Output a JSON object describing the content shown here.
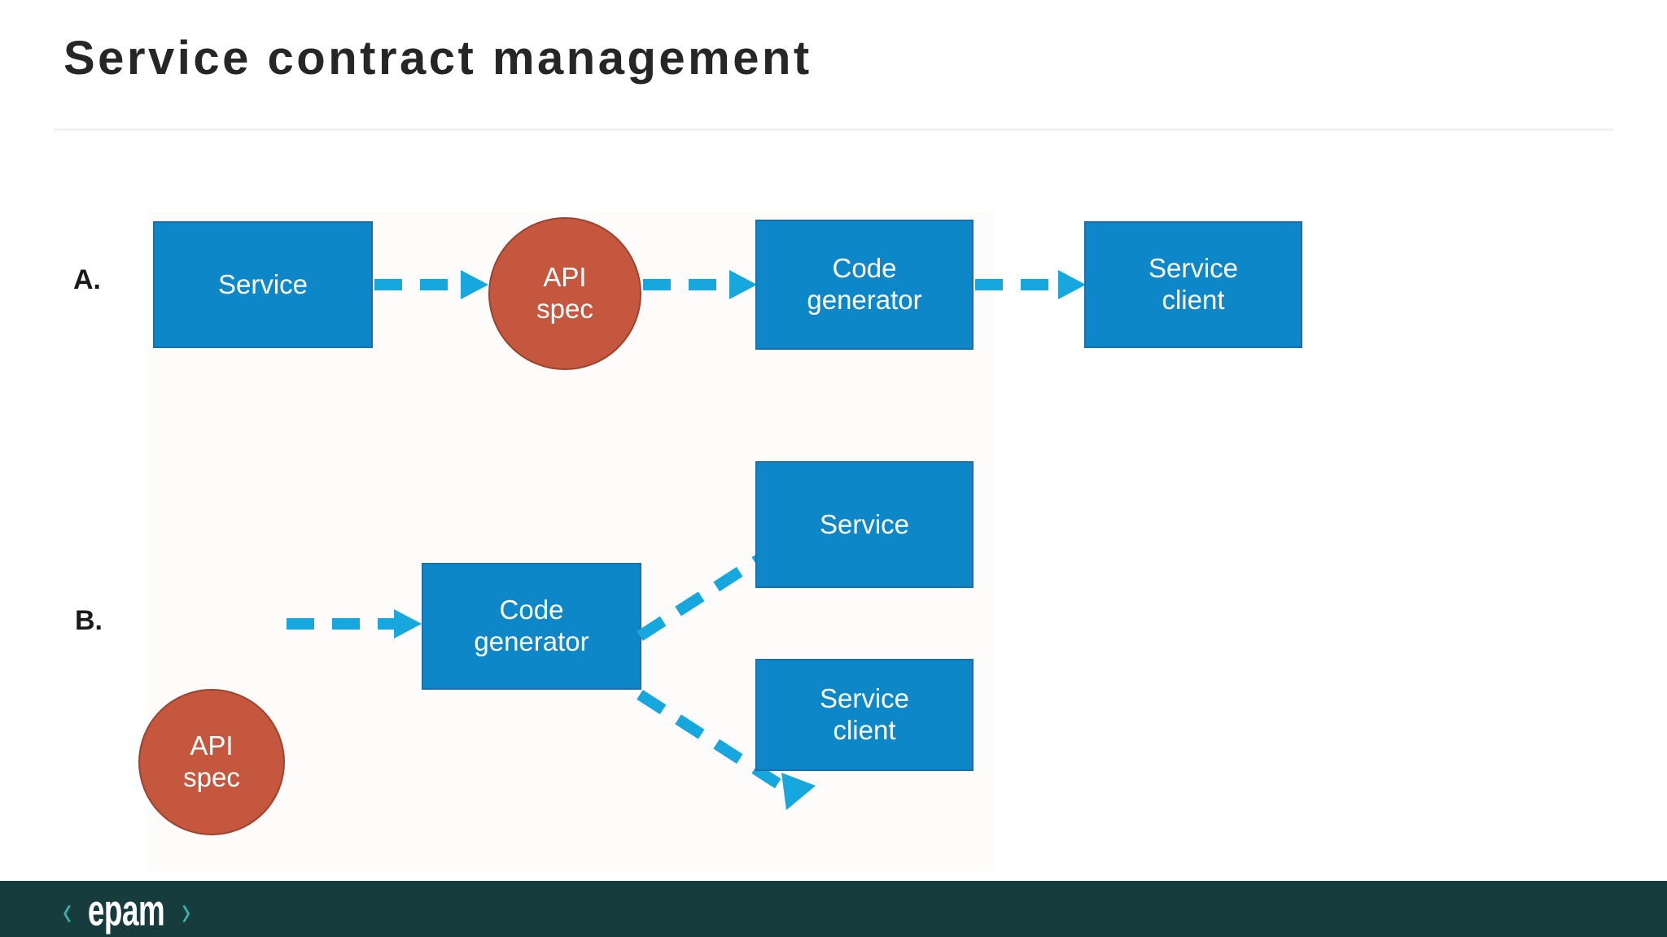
{
  "slide": {
    "title": "Service contract management",
    "background_color": "#ffffff"
  },
  "theme": {
    "box_fill": "#0E87C9",
    "box_border": "#1C6FA8",
    "circle_fill": "#C4573E",
    "circle_border": "#9A4330",
    "arrow_color": "#17A7DF",
    "title_color": "#262626",
    "footer_color": "#163C3D",
    "logo_bracket_color": "#3FAFAF"
  },
  "diagram": {
    "rows": [
      {
        "marker": "A.",
        "nodes": [
          {
            "id": "a-service",
            "label_line1": "Service",
            "label_line2": "",
            "shape": "box"
          },
          {
            "id": "a-api-spec",
            "label_line1": "API",
            "label_line2": "spec",
            "shape": "circle"
          },
          {
            "id": "a-codegen",
            "label_line1": "Code",
            "label_line2": "generator",
            "shape": "box"
          },
          {
            "id": "a-client",
            "label_line1": "Service",
            "label_line2": "client",
            "shape": "box"
          }
        ],
        "edges": [
          {
            "from": "a-service",
            "to": "a-api-spec",
            "style": "dashed-arrow"
          },
          {
            "from": "a-api-spec",
            "to": "a-codegen",
            "style": "dashed-arrow"
          },
          {
            "from": "a-codegen",
            "to": "a-client",
            "style": "dashed-arrow"
          }
        ]
      },
      {
        "marker": "B.",
        "nodes": [
          {
            "id": "b-api-spec",
            "label_line1": "API",
            "label_line2": "spec",
            "shape": "circle"
          },
          {
            "id": "b-codegen",
            "label_line1": "Code",
            "label_line2": "generator",
            "shape": "box"
          },
          {
            "id": "b-service",
            "label_line1": "Service",
            "label_line2": "",
            "shape": "box"
          },
          {
            "id": "b-client",
            "label_line1": "Service",
            "label_line2": "client",
            "shape": "box"
          }
        ],
        "edges": [
          {
            "from": "b-api-spec",
            "to": "b-codegen",
            "style": "dashed-arrow"
          },
          {
            "from": "b-codegen",
            "to": "b-service",
            "style": "dashed-arrow-diagonal-up"
          },
          {
            "from": "b-codegen",
            "to": "b-client",
            "style": "dashed-arrow-diagonal-down"
          }
        ]
      }
    ]
  },
  "footer": {
    "logo_left_bracket": "‹",
    "logo_text": "epam",
    "logo_right_bracket": "›"
  }
}
